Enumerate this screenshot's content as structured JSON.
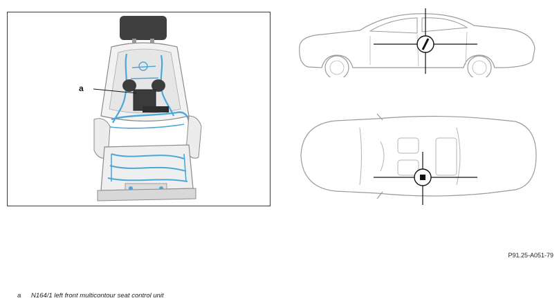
{
  "callout": {
    "key": "a"
  },
  "legend": [
    {
      "key": "a",
      "text": "N164/1 left front multicontour seat control unit"
    }
  ],
  "figure_code": "P91.25-A051-79",
  "colors": {
    "harness": "#4aa7d8",
    "outline": "#8a8a8a",
    "module": "#3b3b3b"
  }
}
